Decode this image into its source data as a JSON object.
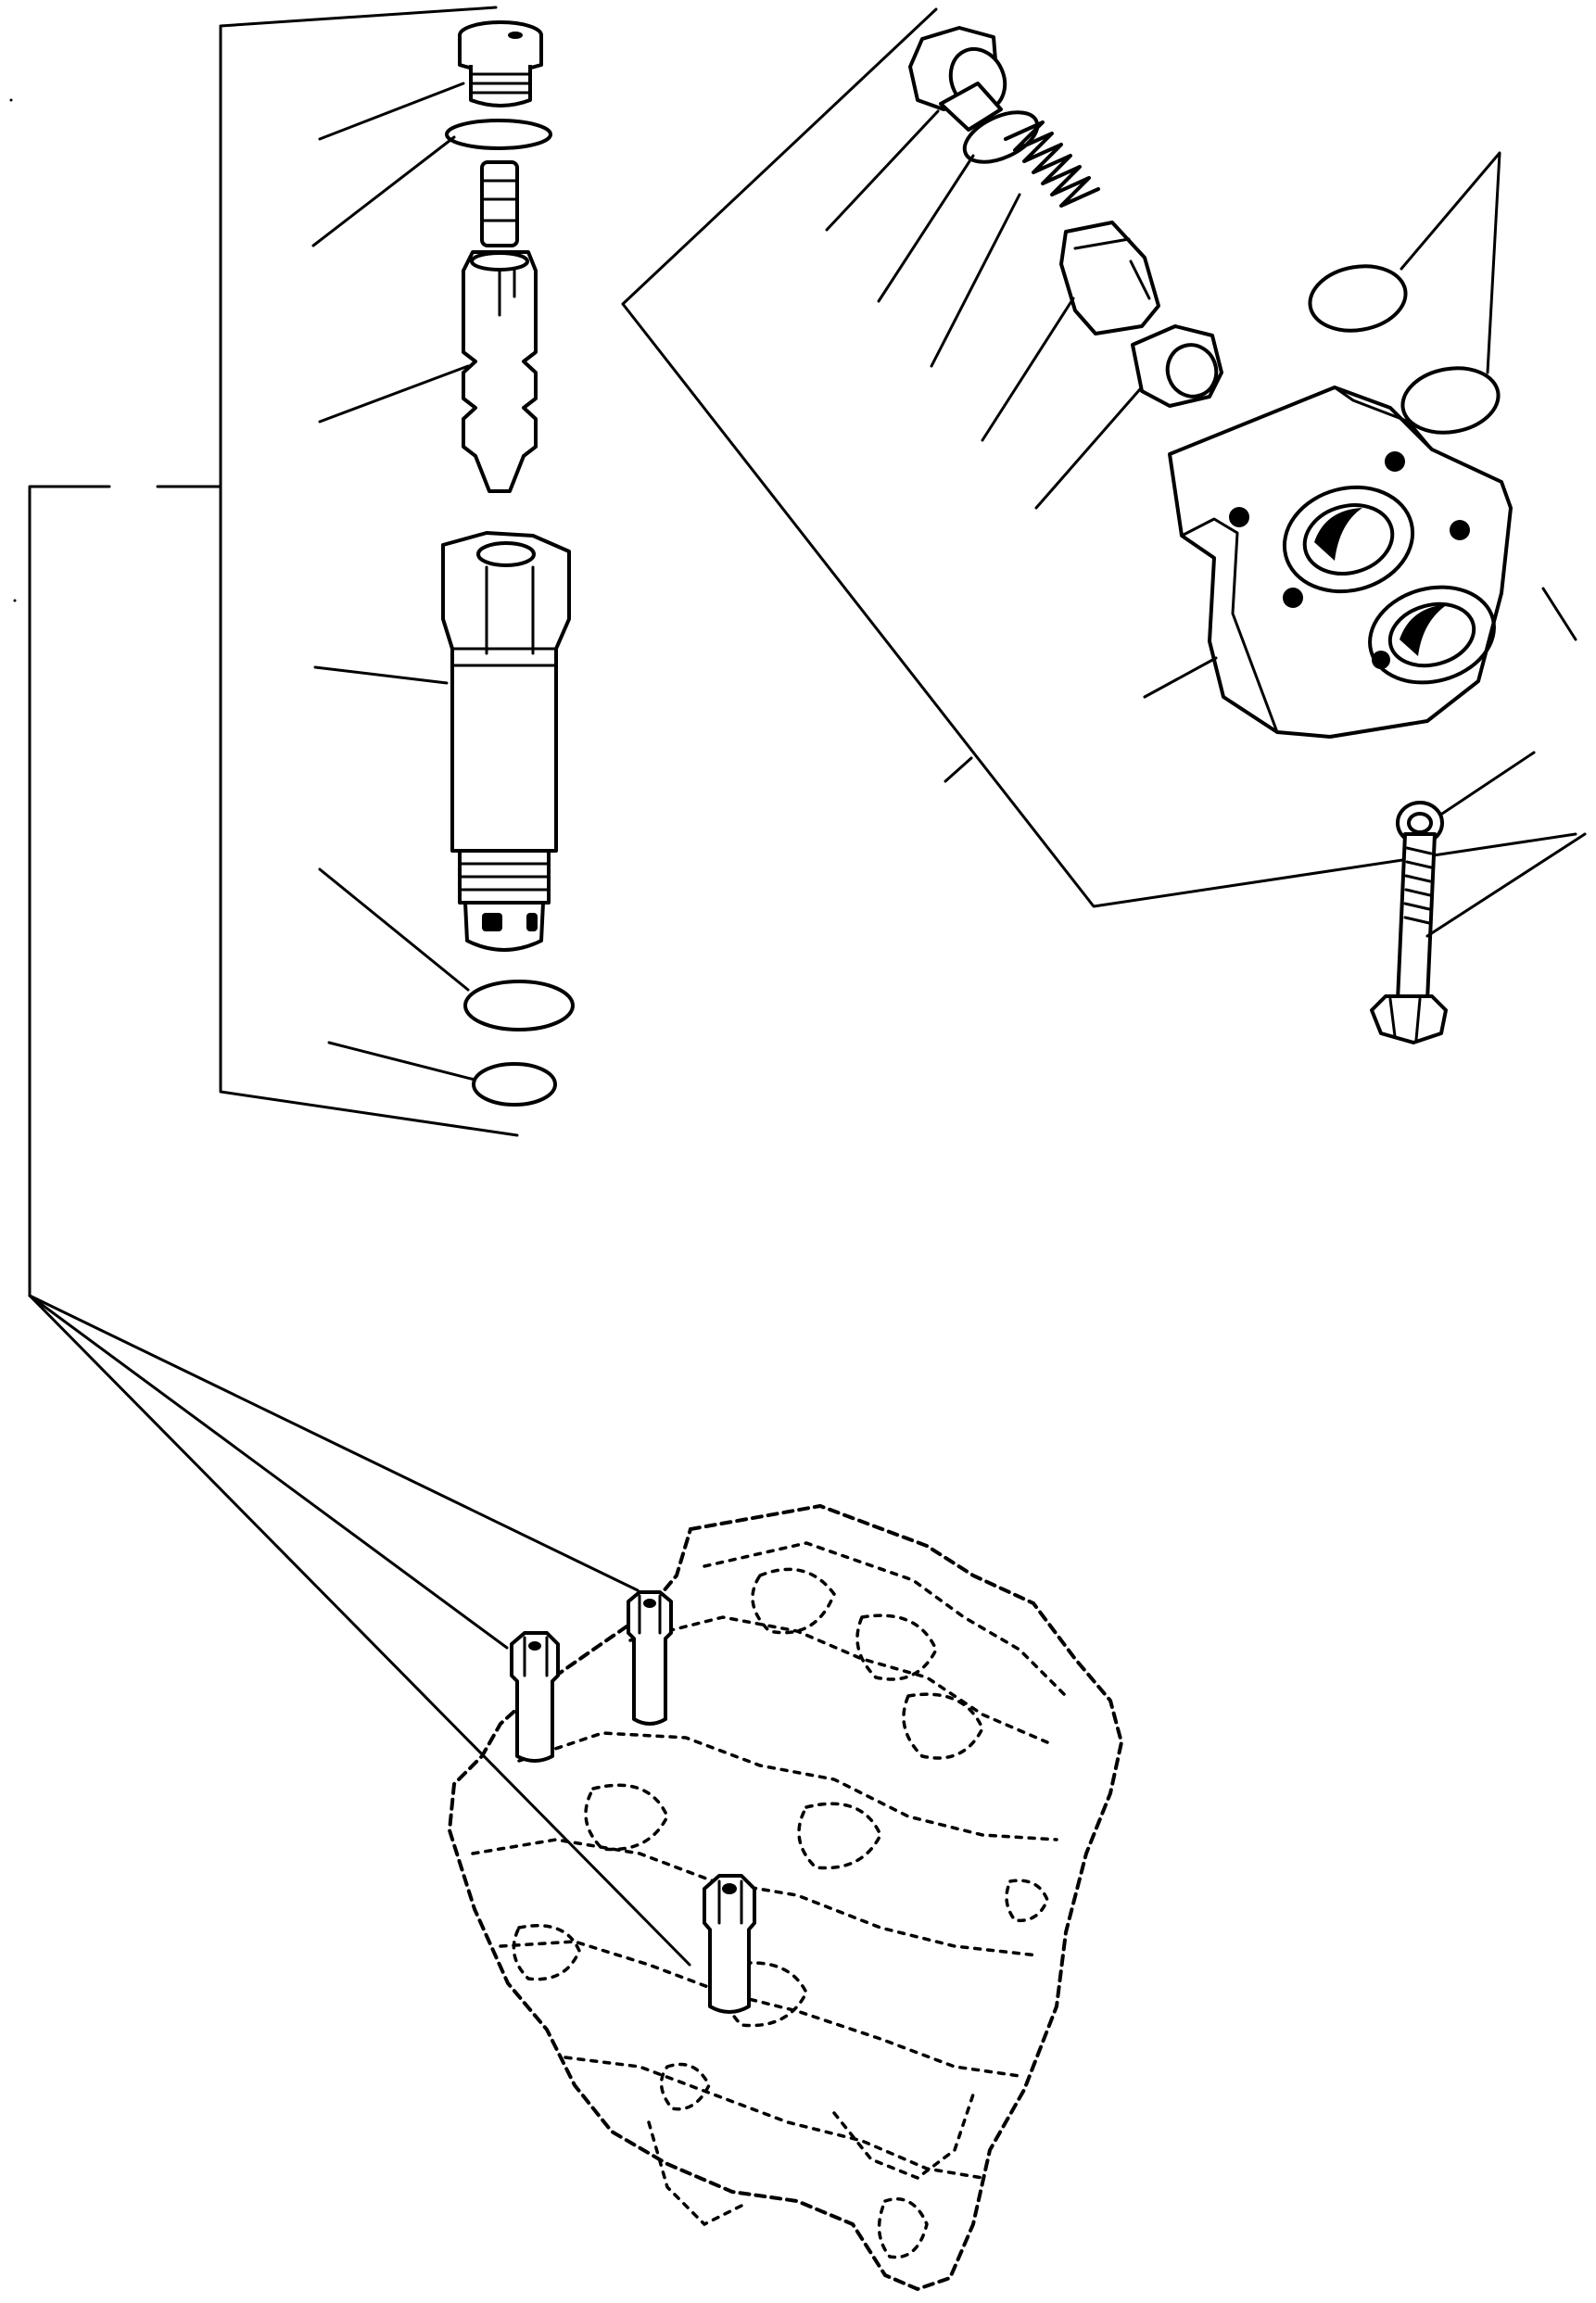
{
  "diagram": {
    "kind": "exploded-parts-view",
    "labels": [],
    "icon_names": [
      "relief-valve-cartridge",
      "o-ring",
      "check-valve-plug",
      "spring",
      "poppet",
      "seat",
      "valve-section-block",
      "cap-screw",
      "washer",
      "control-valve-body"
    ]
  }
}
